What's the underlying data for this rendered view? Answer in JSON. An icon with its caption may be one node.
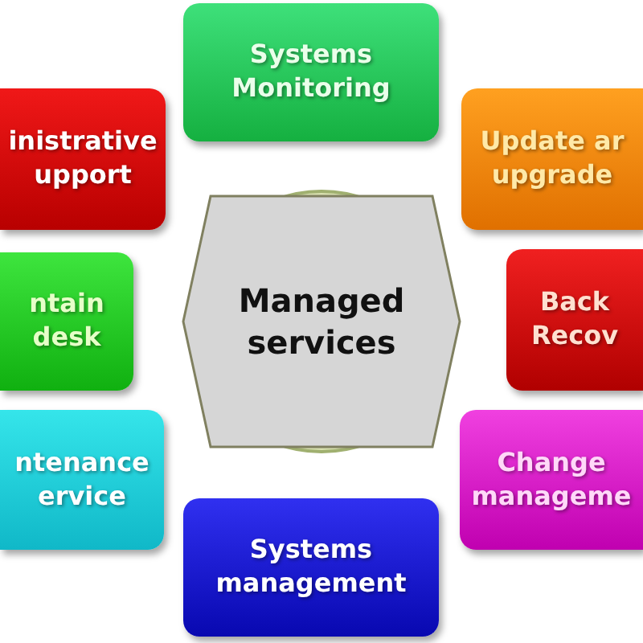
{
  "diagram": {
    "nodes": [
      {
        "text": [
          "Managed services"
        ]
      },
      {
        "text": [
          "Systems Monitoring"
        ]
      },
      {
        "text": [
          "inistrative upport"
        ]
      },
      {
        "text": [
          "Update ar upgrade"
        ]
      },
      {
        "text": [
          "ntain desk"
        ]
      },
      {
        "text": [
          "Back Recov"
        ]
      },
      {
        "text": [
          "ntenance ervice"
        ]
      },
      {
        "text": [
          "Change manageme"
        ]
      },
      {
        "text": [
          "Systems management"
        ]
      }
    ]
  }
}
